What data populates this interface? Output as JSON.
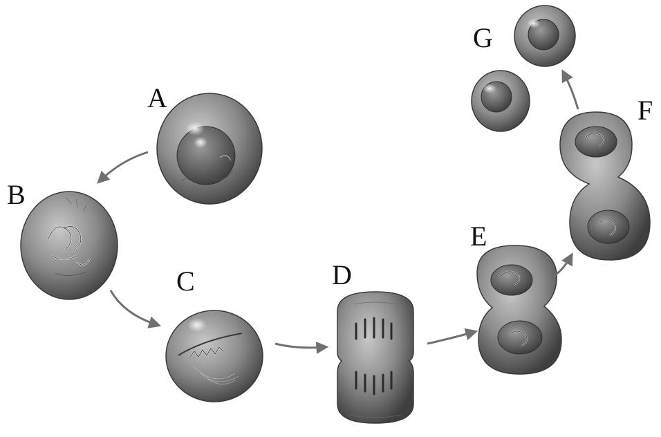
{
  "diagram": {
    "stages": [
      {
        "id": "A",
        "label": "A"
      },
      {
        "id": "B",
        "label": "B"
      },
      {
        "id": "C",
        "label": "C"
      },
      {
        "id": "D",
        "label": "D"
      },
      {
        "id": "E",
        "label": "E"
      },
      {
        "id": "F",
        "label": "F"
      },
      {
        "id": "G",
        "label": "G"
      }
    ],
    "sequence": [
      "A",
      "B",
      "C",
      "D",
      "E",
      "F",
      "G"
    ],
    "colors": {
      "cell_light": "#b8b8b8",
      "cell_mid": "#8a8a8a",
      "cell_dark": "#4a4a4a",
      "arrow": "#707070",
      "label": "#111111"
    }
  }
}
